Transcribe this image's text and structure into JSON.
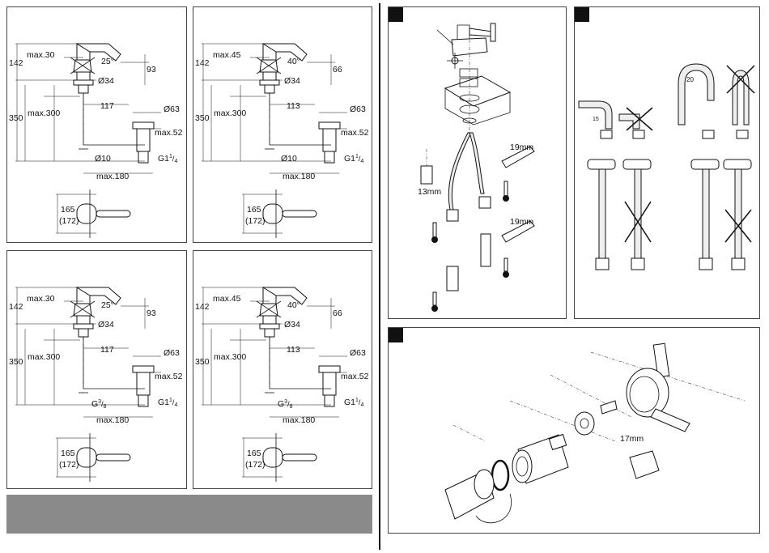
{
  "panels": [
    {
      "variant": "a",
      "labels": {
        "h142": "142",
        "maxreach": "max.30",
        "angle": "25°",
        "d93": "93",
        "d34": "Ø34",
        "h350": "350",
        "max300": "max.300",
        "d117": "117",
        "d63": "Ø63",
        "max52": "max.52",
        "hose": "Ø10",
        "g_outlet_base": "G1",
        "g_outlet_num": "1",
        "g_outlet_den": "4",
        "max180": "max.180",
        "w165": "165",
        "w172": "(172)"
      }
    },
    {
      "variant": "b",
      "labels": {
        "h142": "142",
        "maxreach": "max.45",
        "angle": "40°",
        "d93": "66",
        "d34": "Ø34",
        "h350": "350",
        "max300": "max.300",
        "d117": "113",
        "d63": "Ø63",
        "max52": "max.52",
        "hose": "Ø10",
        "g_outlet_base": "G1",
        "g_outlet_num": "1",
        "g_outlet_den": "4",
        "max180": "max.180",
        "w165": "165",
        "w172": "(172)"
      }
    },
    {
      "variant": "c",
      "labels": {
        "h142": "142",
        "maxreach": "max.30",
        "angle": "25°",
        "d93": "93",
        "d34": "Ø34",
        "h350": "350",
        "max300": "max.300",
        "d117": "117",
        "d63": "Ø63",
        "max52": "max.52",
        "hose_base": "G",
        "hose_num": "3",
        "hose_den": "8",
        "g_outlet_base": "G1",
        "g_outlet_num": "1",
        "g_outlet_den": "4",
        "max180": "max.180",
        "w165": "165",
        "w172": "(172)"
      }
    },
    {
      "variant": "d",
      "labels": {
        "h142": "142",
        "maxreach": "max.45",
        "angle": "40°",
        "d93": "66",
        "d34": "Ø34",
        "h350": "350",
        "max300": "max.300",
        "d117": "113",
        "d63": "Ø63",
        "max52": "max.52",
        "hose_base": "G",
        "hose_num": "3",
        "hose_den": "8",
        "g_outlet_base": "G1",
        "g_outlet_num": "1",
        "g_outlet_den": "4",
        "max180": "max.180",
        "w165": "165",
        "w172": "(172)"
      }
    }
  ],
  "install": {
    "wrench1": "19mm",
    "wrench2": "19mm",
    "socket": "13mm"
  },
  "hoses": {
    "bend1": "15",
    "bend2": "20"
  },
  "cartridge": {
    "socket": "17mm"
  },
  "colors": {
    "line": "#111111",
    "footer_bar": "#8a8a8a",
    "marker": "#111111"
  }
}
